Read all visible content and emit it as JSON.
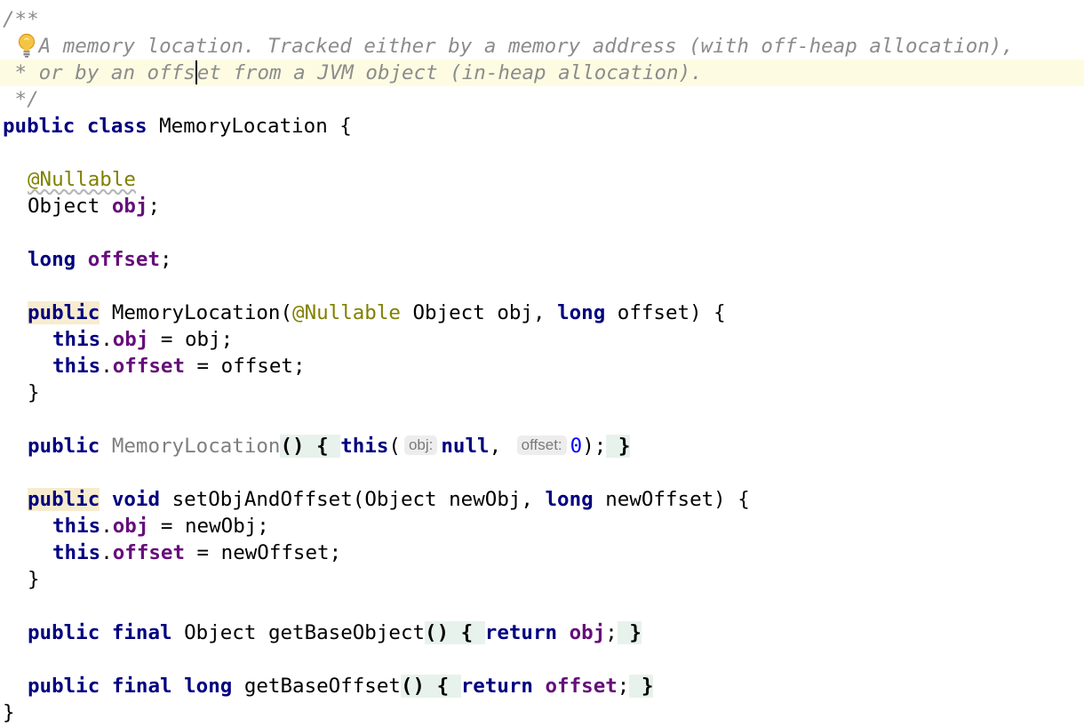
{
  "code": {
    "doc_open": "/**",
    "doc_line1": "A memory location. Tracked either by a memory address (with off-heap allocation),",
    "doc_line2_pre": " * or by an offs",
    "doc_line2_post": "et from a JVM object (in-heap allocation).",
    "doc_close": " */",
    "kw_public": "public",
    "kw_class": "class",
    "kw_long": "long",
    "kw_this": "this",
    "kw_void": "void",
    "kw_final": "final",
    "kw_return": "return",
    "kw_null": "null",
    "class_name": "MemoryLocation",
    "annotation": "@Nullable",
    "type_object": "Object",
    "field_obj": "obj",
    "field_offset": "offset",
    "hint_obj": "obj:",
    "hint_offset": "offset:",
    "zero": "0",
    "method_set": "setObjAndOffset",
    "method_get_obj": "getBaseObject",
    "method_get_off": "getBaseOffset",
    "param_obj": "obj",
    "param_offset": "offset",
    "param_newobj": "newObj",
    "param_newoffset": "newOffset"
  },
  "colors": {
    "keyword": "#000080",
    "field": "#660e7a",
    "comment": "#8c8c8c",
    "annotation": "#808000",
    "number": "#0000ff",
    "current_line": "#fdfce2"
  },
  "icons": {
    "gutter_intention": "lightbulb-icon"
  }
}
